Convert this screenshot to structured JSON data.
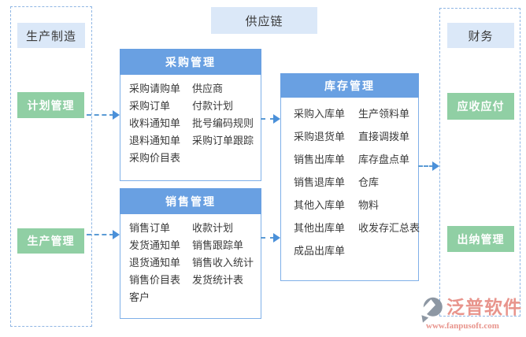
{
  "diagram": {
    "supply_chain_label": "供应链",
    "production_group": {
      "title": "生产制造",
      "plan": "计划管理",
      "production": "生产管理"
    },
    "finance_group": {
      "title": "财务",
      "receivable_payable": "应收应付",
      "cashier": "出纳管理"
    },
    "purchase": {
      "title": "采购管理",
      "left": [
        "采购请购单",
        "采购订单",
        "收料通知单",
        "退料通知单",
        "采购价目表"
      ],
      "right": [
        "供应商",
        "付款计划",
        "批号编码规则",
        "采购订单跟踪"
      ]
    },
    "sales": {
      "title": "销售管理",
      "left": [
        "销售订单",
        "发货通知单",
        "退货通知单",
        "销售价目表",
        "客户"
      ],
      "right": [
        "收款计划",
        "销售跟踪单",
        "销售收入统计",
        "发货统计表"
      ]
    },
    "inventory": {
      "title": "库存管理",
      "left": [
        "采购入库单",
        "采购退货单",
        "销售出库单",
        "销售退库单",
        "其他入库单",
        "其他出库单",
        "成品出库单"
      ],
      "right": [
        "生产领料单",
        "直接调拨单",
        "库存盘点单",
        "仓库",
        "物料",
        "收发存汇总表"
      ]
    },
    "logo": {
      "name": "泛普软件",
      "site": "www.fanpusoft.com"
    },
    "colors": {
      "header_blue": "#69a0e2",
      "label_blue_bg": "#dbe8f8",
      "node_green": "#90cfa4",
      "arrow_blue": "#5b9bd5",
      "dashed_border": "#8fb6e4",
      "box_border": "#7fb0e8",
      "logo_red": "#e8948c",
      "logo_gray": "#8d97a3"
    }
  }
}
